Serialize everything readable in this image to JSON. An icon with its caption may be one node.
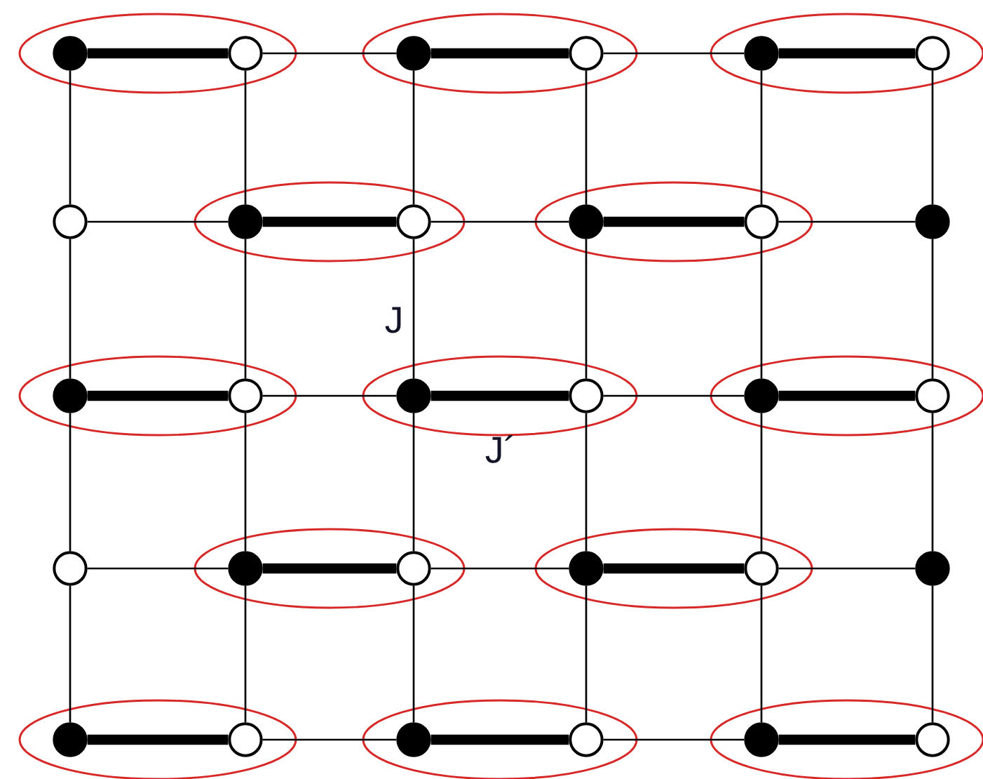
{
  "diagram": {
    "nodes": [
      {
        "text": [],
        "shape": "dot"
      },
      {
        "text": [],
        "shape": "circle"
      },
      {
        "text": [],
        "shape": "dot"
      },
      {
        "text": [],
        "shape": "circle"
      },
      {
        "text": [],
        "shape": "dot"
      },
      {
        "text": [],
        "shape": "circle"
      },
      {
        "text": [],
        "shape": "circle"
      },
      {
        "text": [],
        "shape": "dot"
      },
      {
        "text": [],
        "shape": "circle"
      },
      {
        "text": [],
        "shape": "dot"
      },
      {
        "text": [],
        "shape": "circle"
      },
      {
        "text": [],
        "shape": "dot"
      },
      {
        "text": [],
        "shape": "dot"
      },
      {
        "text": [],
        "shape": "circle"
      },
      {
        "text": [],
        "shape": "dot"
      },
      {
        "text": [],
        "shape": "circle"
      },
      {
        "text": [],
        "shape": "dot"
      },
      {
        "text": [],
        "shape": "circle"
      },
      {
        "text": [],
        "shape": "circle"
      },
      {
        "text": [],
        "shape": "dot"
      },
      {
        "text": [],
        "shape": "circle"
      },
      {
        "text": [],
        "shape": "dot"
      },
      {
        "text": [],
        "shape": "circle"
      },
      {
        "text": [],
        "shape": "dot"
      },
      {
        "text": [],
        "shape": "dot"
      },
      {
        "text": [],
        "shape": "circle"
      },
      {
        "text": [],
        "shape": "dot"
      },
      {
        "text": [],
        "shape": "circle"
      },
      {
        "text": [],
        "shape": "dot"
      },
      {
        "text": [],
        "shape": "circle"
      }
    ],
    "edges": [
      {
        "from": 0,
        "to": 1,
        "arrow": "none",
        "style": "thick"
      },
      {
        "from": 1,
        "to": 2,
        "arrow": "none"
      },
      {
        "from": 2,
        "to": 3,
        "arrow": "none",
        "style": "thick"
      },
      {
        "from": 3,
        "to": 4,
        "arrow": "none"
      },
      {
        "from": 4,
        "to": 5,
        "arrow": "none",
        "style": "thick"
      },
      {
        "from": 6,
        "to": 7,
        "arrow": "none"
      },
      {
        "from": 7,
        "to": 8,
        "arrow": "none",
        "style": "thick"
      },
      {
        "from": 8,
        "to": 9,
        "arrow": "none"
      },
      {
        "from": 9,
        "to": 10,
        "arrow": "none",
        "style": "thick"
      },
      {
        "from": 10,
        "to": 11,
        "arrow": "none"
      },
      {
        "from": 12,
        "to": 13,
        "arrow": "none",
        "style": "thick"
      },
      {
        "from": 13,
        "to": 14,
        "arrow": "none"
      },
      {
        "from": 14,
        "to": 15,
        "arrow": "none",
        "style": "thick"
      },
      {
        "from": 15,
        "to": 16,
        "arrow": "none"
      },
      {
        "from": 16,
        "to": 17,
        "arrow": "none",
        "style": "thick"
      },
      {
        "from": 18,
        "to": 19,
        "arrow": "none"
      },
      {
        "from": 19,
        "to": 20,
        "arrow": "none",
        "style": "thick"
      },
      {
        "from": 20,
        "to": 21,
        "arrow": "none"
      },
      {
        "from": 21,
        "to": 22,
        "arrow": "none",
        "style": "thick"
      },
      {
        "from": 22,
        "to": 23,
        "arrow": "none"
      },
      {
        "from": 24,
        "to": 25,
        "arrow": "none",
        "style": "thick"
      },
      {
        "from": 25,
        "to": 26,
        "arrow": "none"
      },
      {
        "from": 26,
        "to": 27,
        "arrow": "none",
        "style": "thick"
      },
      {
        "from": 27,
        "to": 28,
        "arrow": "none"
      },
      {
        "from": 28,
        "to": 29,
        "arrow": "none",
        "style": "thick"
      },
      {
        "from": 0,
        "to": 6,
        "arrow": "none"
      },
      {
        "from": 6,
        "to": 12,
        "arrow": "none"
      },
      {
        "from": 12,
        "to": 18,
        "arrow": "none"
      },
      {
        "from": 18,
        "to": 24,
        "arrow": "none"
      },
      {
        "from": 1,
        "to": 7,
        "arrow": "none"
      },
      {
        "from": 7,
        "to": 13,
        "arrow": "none"
      },
      {
        "from": 13,
        "to": 19,
        "arrow": "none"
      },
      {
        "from": 19,
        "to": 25,
        "arrow": "none"
      },
      {
        "from": 2,
        "to": 8,
        "arrow": "none"
      },
      {
        "from": 8,
        "to": 14,
        "arrow": "none"
      },
      {
        "from": 14,
        "to": 20,
        "arrow": "none"
      },
      {
        "from": 20,
        "to": 26,
        "arrow": "none"
      },
      {
        "from": 3,
        "to": 9,
        "arrow": "none"
      },
      {
        "from": 9,
        "to": 15,
        "arrow": "none"
      },
      {
        "from": 15,
        "to": 21,
        "arrow": "none"
      },
      {
        "from": 21,
        "to": 27,
        "arrow": "none"
      },
      {
        "from": 4,
        "to": 10,
        "arrow": "none"
      },
      {
        "from": 10,
        "to": 16,
        "arrow": "none"
      },
      {
        "from": 16,
        "to": 22,
        "arrow": "none"
      },
      {
        "from": 22,
        "to": 28,
        "arrow": "none"
      },
      {
        "from": 5,
        "to": 11,
        "arrow": "none"
      },
      {
        "from": 11,
        "to": 17,
        "arrow": "none"
      },
      {
        "from": 17,
        "to": 23,
        "arrow": "none"
      },
      {
        "from": 23,
        "to": 29,
        "arrow": "none"
      }
    ],
    "labels": [
      "J",
      "J´"
    ]
  }
}
